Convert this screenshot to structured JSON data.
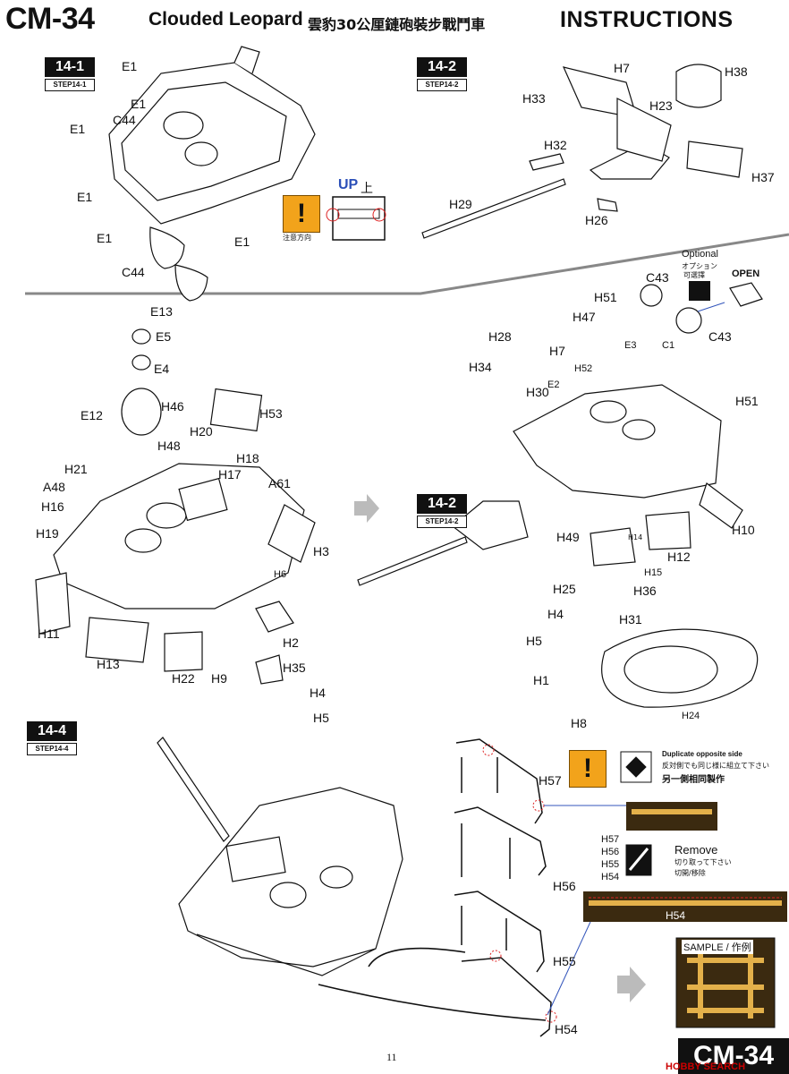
{
  "header": {
    "model": "CM-34",
    "name": "Clouded Leopard",
    "name_cjk": "雲豹30公厘鏈砲裝步戰鬥車",
    "section": "INSTRUCTIONS"
  },
  "steps": [
    {
      "num": "14-1",
      "sub": "STEP14-1"
    },
    {
      "num": "14-2",
      "sub": "STEP14-2"
    },
    {
      "num": "14-2",
      "sub": "STEP14-2"
    },
    {
      "num": "14-4",
      "sub": "STEP14-4"
    }
  ],
  "step1": {
    "parts": [
      "E1",
      "E1",
      "E1",
      "C44",
      "E1",
      "E1",
      "C44",
      "E1"
    ],
    "up_label": "UP",
    "up_cjk": "上",
    "caution_cjk": "注意方向"
  },
  "step2": {
    "parts": [
      "H7",
      "H38",
      "H33",
      "H23",
      "H32",
      "H37",
      "H29",
      "H26"
    ]
  },
  "step3": {
    "parts": [
      "E13",
      "E5",
      "E4",
      "H46",
      "H53",
      "E12",
      "H20",
      "H48",
      "H21",
      "H18",
      "H17",
      "A61",
      "A48",
      "H16",
      "H19",
      "H3",
      "H6",
      "H11",
      "H13",
      "H2",
      "H22",
      "H9",
      "H35",
      "H4",
      "H5"
    ]
  },
  "step4": {
    "optional": "Optional",
    "optional_jp": "オプション",
    "optional_cn": "可選擇",
    "open": "OPEN",
    "parts": [
      "C43",
      "H51",
      "H47",
      "H28",
      "H7",
      "E3",
      "C1",
      "C43",
      "H34",
      "H52",
      "H30",
      "E2",
      "H51",
      "H10",
      "H49",
      "H14",
      "H12",
      "H15",
      "H25",
      "H36",
      "H4",
      "H31",
      "H5",
      "H1",
      "H8",
      "H24"
    ]
  },
  "step5": {
    "parts": [
      "H57",
      "H56",
      "H55",
      "H54"
    ],
    "dup_title": "Duplicate opposite side",
    "dup_jp": "反対側でも同じ様に組立て下さい",
    "dup_cn": "另一側相同製作",
    "parts_list": [
      "H57",
      "H56",
      "H55",
      "H54"
    ],
    "remove": "Remove",
    "remove_jp": "切り取って下さい",
    "remove_cn": "切開/移除",
    "h54_label": "H54",
    "sample": "SAMPLE / 作例"
  },
  "footer": {
    "page": "11",
    "brand": "CM-34",
    "watermark": "HOBBY SEARCH"
  }
}
